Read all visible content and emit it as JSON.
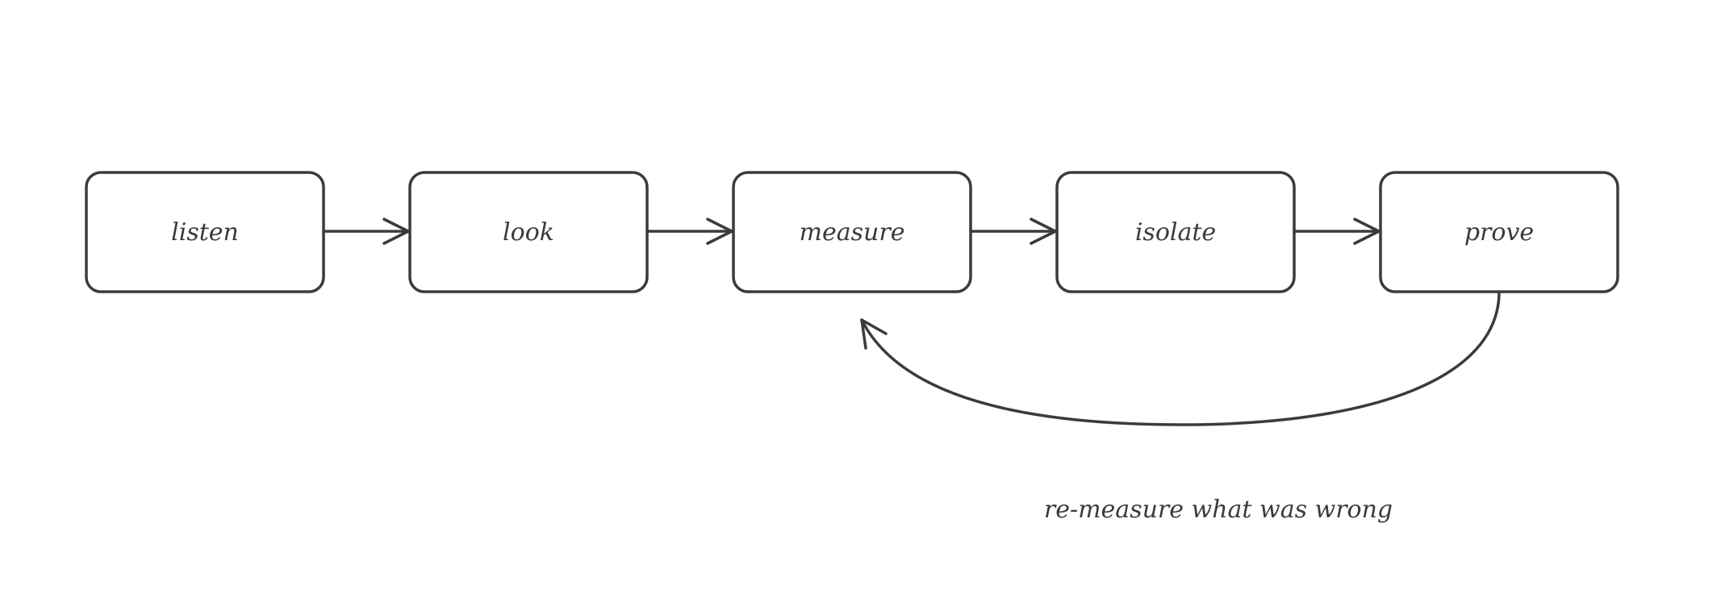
{
  "diagram": {
    "nodes": [
      {
        "id": "listen",
        "label": "listen"
      },
      {
        "id": "look",
        "label": "look"
      },
      {
        "id": "measure",
        "label": "measure"
      },
      {
        "id": "isolate",
        "label": "isolate"
      },
      {
        "id": "prove",
        "label": "prove"
      }
    ],
    "edges": [
      {
        "from": "listen",
        "to": "look"
      },
      {
        "from": "look",
        "to": "measure"
      },
      {
        "from": "measure",
        "to": "isolate"
      },
      {
        "from": "isolate",
        "to": "prove"
      },
      {
        "from": "prove",
        "to": "measure",
        "label": "re-measure what was wrong"
      }
    ],
    "colors": {
      "stroke": "#3b3b3d",
      "text": "#3b3b3d",
      "background": "#ffffff"
    }
  }
}
